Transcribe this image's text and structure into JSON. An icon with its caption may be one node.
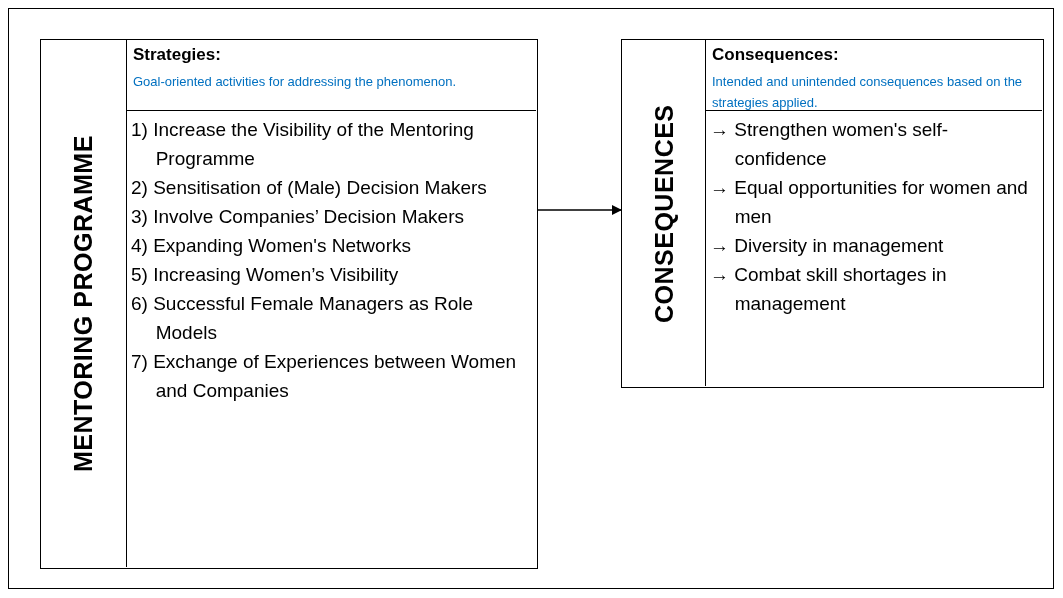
{
  "diagram": {
    "nodes": [
      {
        "text": [
          "MENTORING PROGRAMME"
        ]
      },
      {
        "text": [
          "Strategies:",
          "Goal-oriented activities for addressing the phenomenon."
        ],
        "in": 0
      },
      {
        "text": [
          "1) Increase the Visibility of the Mentoring Programme",
          "2) Sensitisation of (Male) Decision Makers",
          "3) Involve Companies’ Decision Makers",
          "4) Expanding Women's Networks",
          "5) Increasing Women’s Visibility",
          "6) Successful Female Managers as Role Models",
          "7) Exchange of Experiences between Women and Companies"
        ],
        "in": 0
      },
      {
        "text": [
          "CONSEQUENCES"
        ]
      },
      {
        "text": [
          "Consequences:",
          "Intended and unintended consequences based on the strategies applied."
        ],
        "in": 3
      },
      {
        "text": [
          "→ Strengthen women's self-confidence",
          "→ Equal opportunities for women and men",
          "→ Diversity in management",
          "→ Combat skill shortages in management"
        ],
        "in": 3
      }
    ],
    "edges": [
      {
        "from": 0,
        "to": 3,
        "arrow": "to"
      }
    ]
  }
}
